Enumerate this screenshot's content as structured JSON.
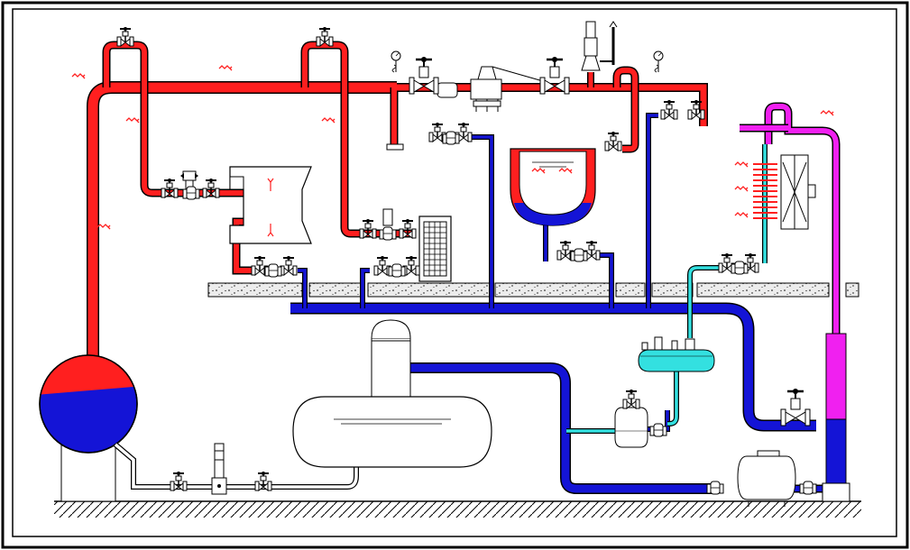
{
  "diagram": {
    "type": "steam-condensate process schematic",
    "line_types": [
      {
        "kind": "steam",
        "color": "#ff1f1f"
      },
      {
        "kind": "condensate",
        "color": "#1414d6"
      },
      {
        "kind": "flash / low-pressure condensate",
        "color": "#33e0e0"
      },
      {
        "kind": "exhaust / vent",
        "color": "#f020f0"
      }
    ],
    "colors": {
      "steam": "#ff1f1f",
      "condensate": "#1414d6",
      "cyan": "#33e0e0",
      "magenta": "#f020f0",
      "outline": "#000000",
      "vessel_fill": "#ffffff",
      "ground": "#000000",
      "concrete": "#e4e4e4"
    },
    "icons": [
      "gate-valve-icon",
      "pressure-gauge-icon",
      "safety-valve-icon",
      "steam-trap-icon",
      "heat-exchanger-icon",
      "pump-icon",
      "tank-icon",
      "fan-icon",
      "heat-wave-icon"
    ]
  }
}
